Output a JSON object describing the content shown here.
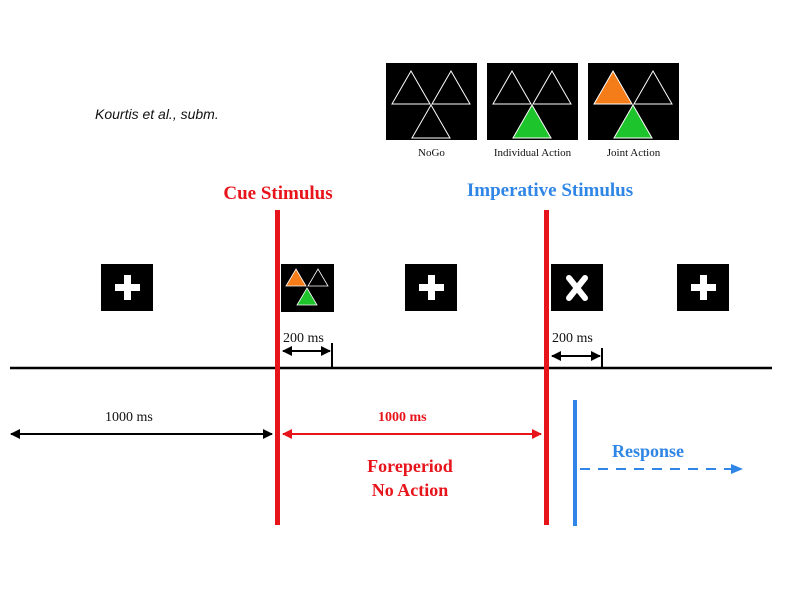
{
  "citation": "Kourtis et al., subm.",
  "legend": [
    {
      "label": "NoGo"
    },
    {
      "label": "Individual Action"
    },
    {
      "label": "Joint Action"
    }
  ],
  "markers": {
    "cue": "Cue Stimulus",
    "imperative": "Imperative Stimulus"
  },
  "durations": {
    "pre_cue": "1000 ms",
    "cue_display": "200 ms",
    "foreperiod": "1000 ms",
    "imperative_display": "200 ms"
  },
  "foreperiod": {
    "line1": "Foreperiod",
    "line2": "No Action"
  },
  "response": "Response",
  "colors": {
    "red": "#e8141b",
    "blue": "#2f86e6",
    "orange": "#f57d19",
    "green": "#1dc42b"
  }
}
